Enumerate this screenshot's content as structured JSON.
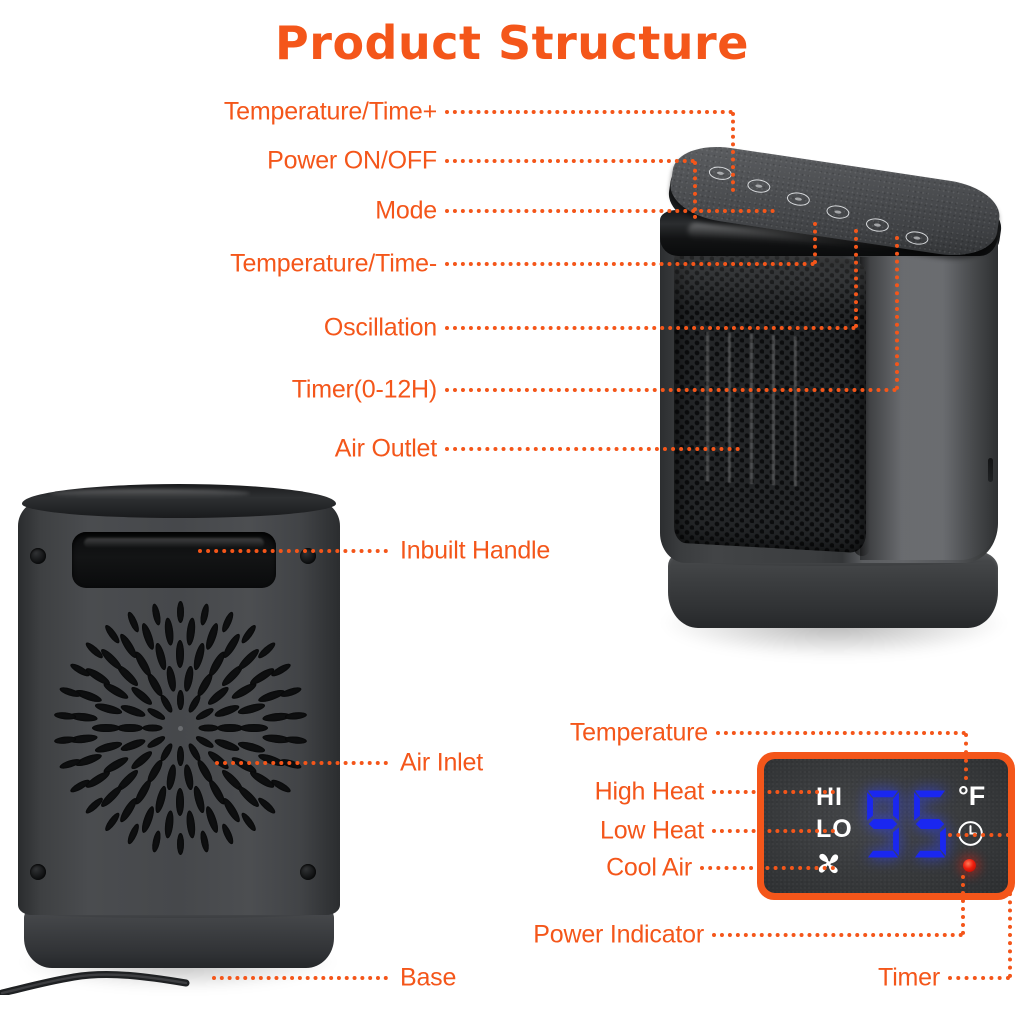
{
  "page": {
    "title": "Product Structure",
    "accent_color": "#f4561a",
    "background_color": "#ffffff"
  },
  "callouts": {
    "front_unit": [
      {
        "id": "temp-time-plus",
        "label": "Temperature/Time+"
      },
      {
        "id": "power-on-off",
        "label": "Power ON/OFF"
      },
      {
        "id": "mode",
        "label": "Mode"
      },
      {
        "id": "temp-time-minus",
        "label": "Temperature/Time-"
      },
      {
        "id": "oscillation",
        "label": "Oscillation"
      },
      {
        "id": "timer-range",
        "label": "Timer(0-12H)"
      },
      {
        "id": "air-outlet",
        "label": "Air Outlet"
      }
    ],
    "rear_unit": [
      {
        "id": "inbuilt-handle",
        "label": "Inbuilt Handle"
      },
      {
        "id": "air-inlet",
        "label": "Air Inlet"
      },
      {
        "id": "base",
        "label": "Base"
      }
    ],
    "display_panel": [
      {
        "id": "temperature",
        "label": "Temperature"
      },
      {
        "id": "high-heat",
        "label": "High Heat"
      },
      {
        "id": "low-heat",
        "label": "Low Heat"
      },
      {
        "id": "cool-air",
        "label": "Cool Air"
      },
      {
        "id": "power-indicator",
        "label": "Power Indicator"
      },
      {
        "id": "timer",
        "label": "Timer"
      }
    ]
  },
  "display_panel": {
    "high_heat_label": "HI",
    "low_heat_label": "LO",
    "fan_icon": "fan-icon",
    "reading": "95",
    "unit_label": "°F",
    "timer_icon": "clock-icon",
    "power_indicator_icon": "red-led-dot",
    "digit_color": "#1a27f0",
    "indicator_color": "#ef1d0d",
    "text_color": "#ffffff",
    "panel_background": "#3a3c3e",
    "border_color": "#f4561a"
  },
  "front_unit": {
    "name": "ceramic-space-heater-front-view",
    "top_buttons": [
      {
        "id": "btn-power",
        "icon": "power-icon"
      },
      {
        "id": "btn-temp-plus",
        "icon": "plus-icon"
      },
      {
        "id": "btn-mode",
        "icon": "mode-icon"
      },
      {
        "id": "btn-temp-minus",
        "icon": "minus-icon"
      },
      {
        "id": "btn-oscillation",
        "icon": "oscillation-icon"
      },
      {
        "id": "btn-timer",
        "icon": "timer-icon"
      }
    ]
  },
  "rear_unit": {
    "name": "ceramic-space-heater-rear-view"
  }
}
